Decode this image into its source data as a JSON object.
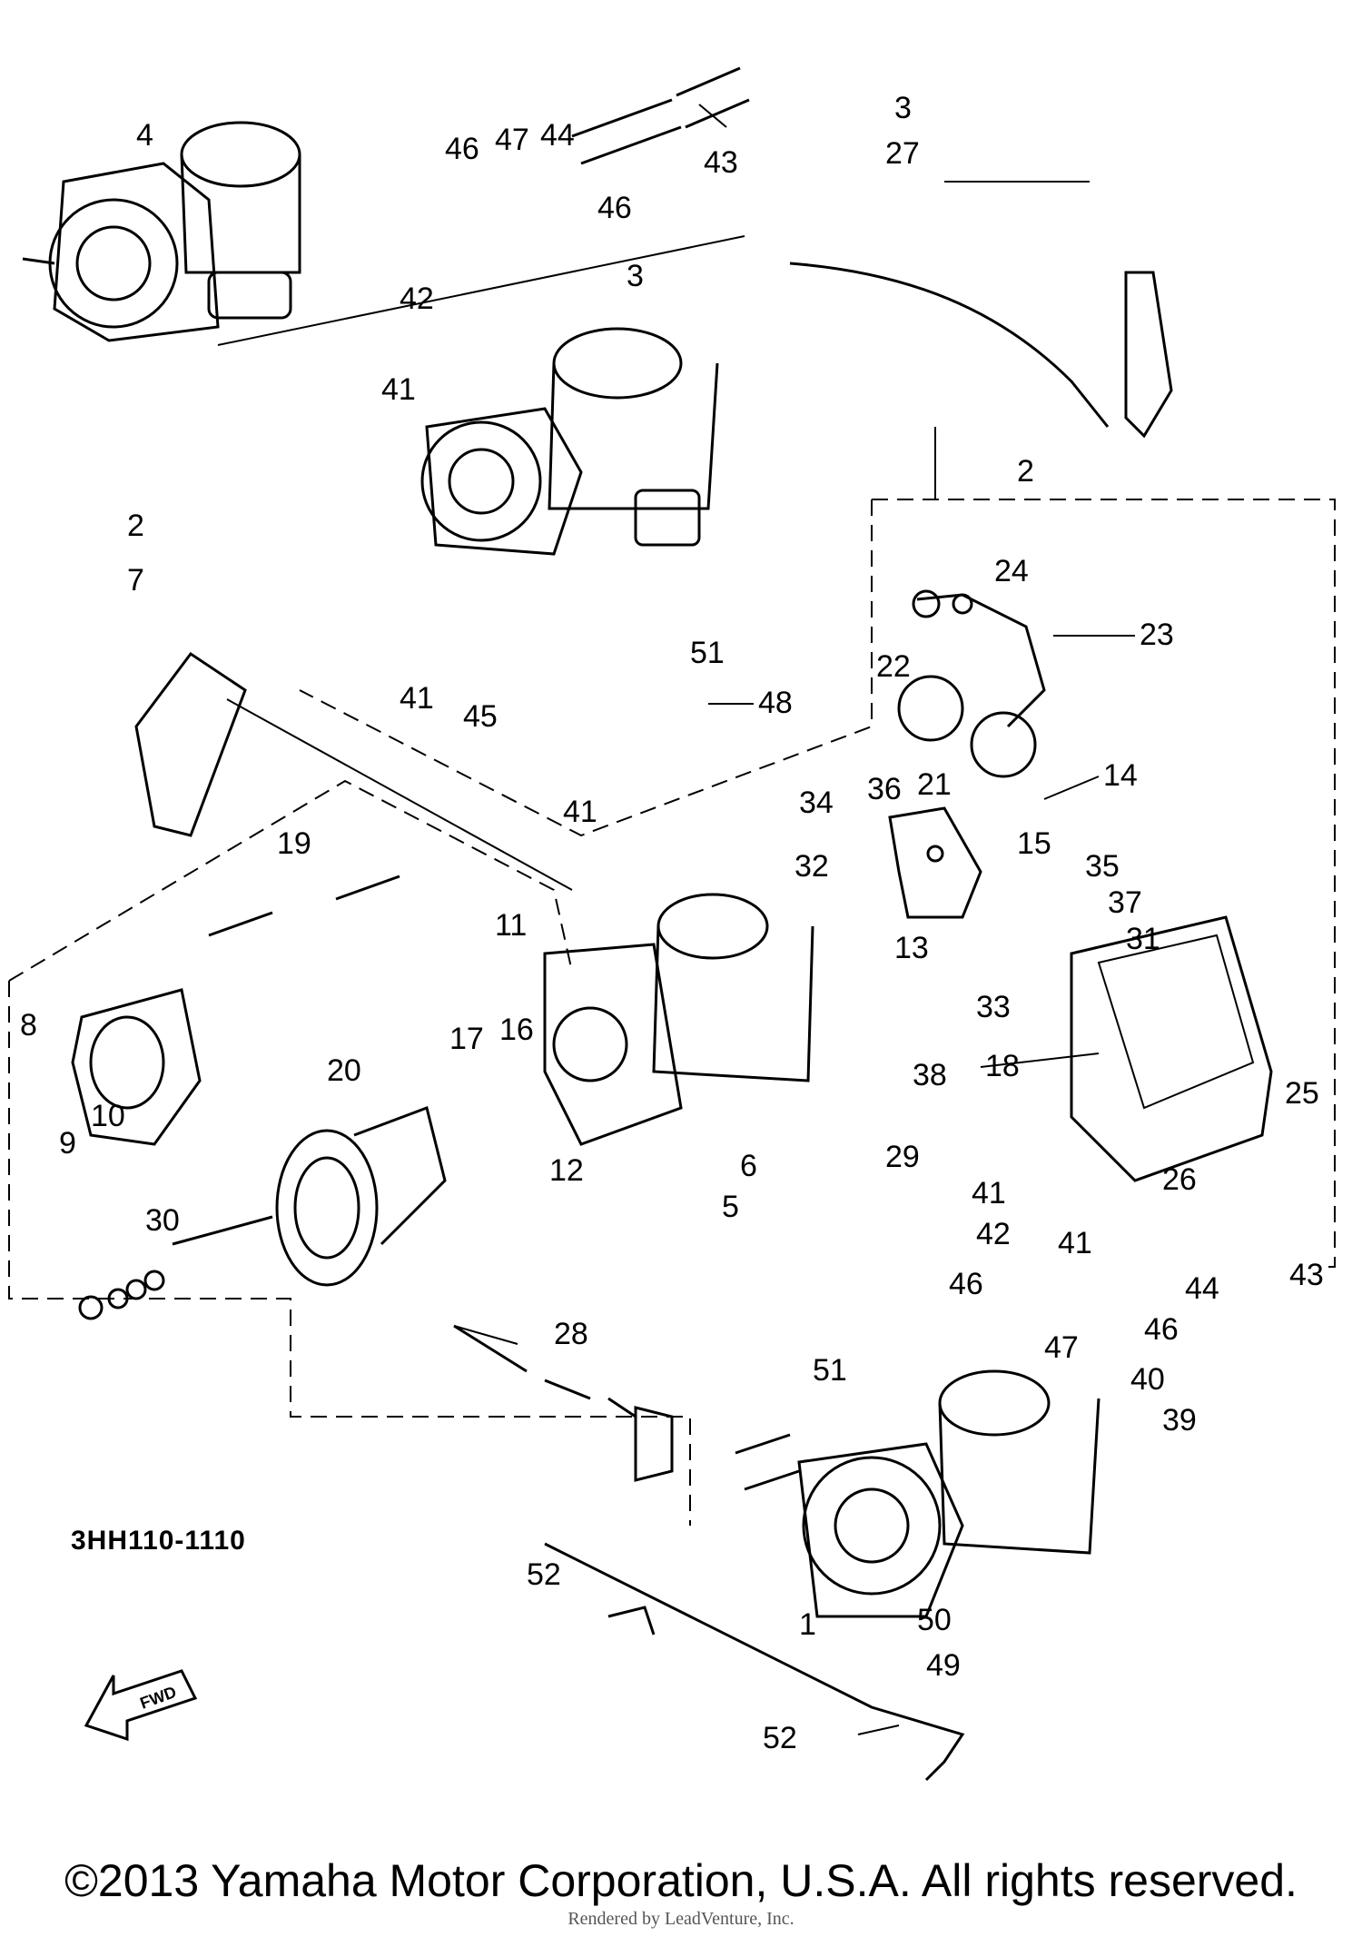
{
  "diagram": {
    "code": "3HH110-1110",
    "fwd_label": "FWD",
    "copyright": "©2013 Yamaha Motor Corporation, U.S.A. All rights reserved.",
    "rendered_by": "Rendered by LeadVenture, Inc.",
    "callouts": [
      "1",
      "2",
      "3",
      "4",
      "5",
      "6",
      "7",
      "8",
      "9",
      "10",
      "11",
      "12",
      "13",
      "14",
      "15",
      "16",
      "17",
      "18",
      "19",
      "20",
      "21",
      "22",
      "23",
      "24",
      "25",
      "26",
      "27",
      "28",
      "29",
      "30",
      "31",
      "32",
      "33",
      "34",
      "35",
      "36",
      "37",
      "38",
      "39",
      "40",
      "41",
      "42",
      "43",
      "44",
      "45",
      "46",
      "47",
      "48",
      "49",
      "50",
      "51",
      "52"
    ]
  }
}
